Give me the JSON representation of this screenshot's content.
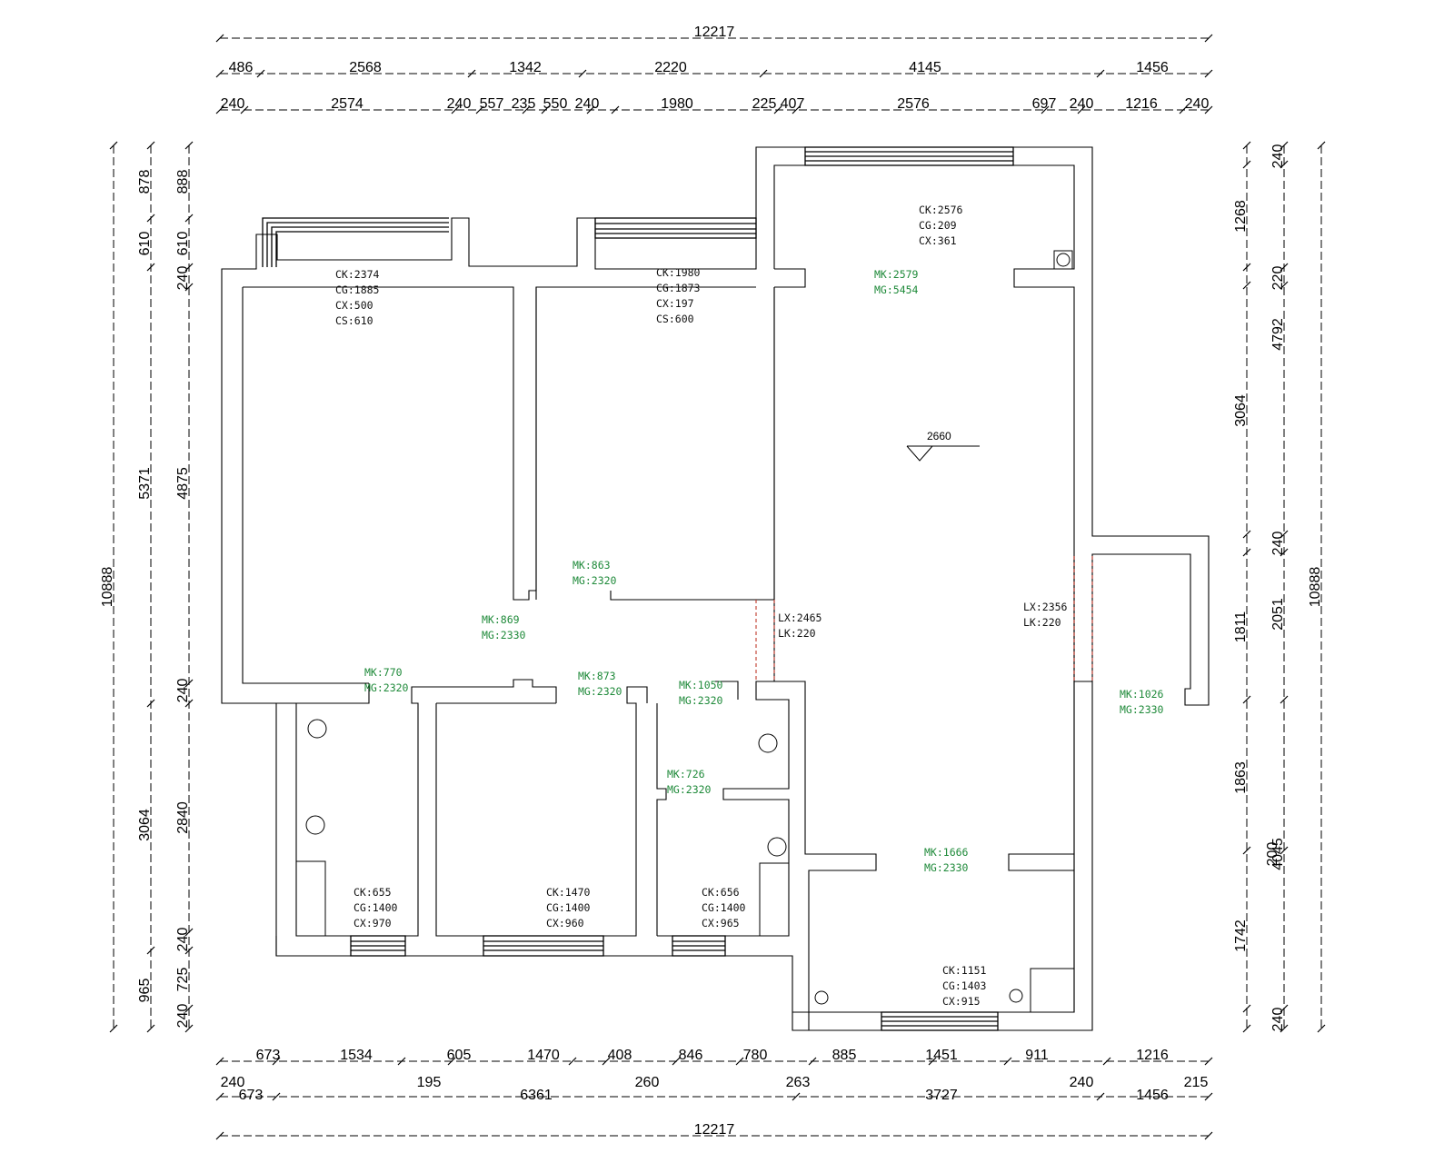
{
  "dimensions": {
    "top_total": "12217",
    "top_row1": [
      "486",
      "2568",
      "1342",
      "2220",
      "4145",
      "1456"
    ],
    "top_row2": [
      "240",
      "2574",
      "240",
      "557",
      "235",
      "550",
      "240",
      "1980",
      "225",
      "407",
      "2576",
      "697",
      "240",
      "1216",
      "240"
    ],
    "bottom_row1": [
      "673",
      "1534",
      "605",
      "1470",
      "408",
      "846",
      "780",
      "885",
      "1451",
      "911",
      "1216"
    ],
    "bottom_row2_upper": [
      "240",
      "195",
      "260",
      "263",
      "240",
      "215"
    ],
    "bottom_row2_lower": [
      "673",
      "6361",
      "3727",
      "1456"
    ],
    "bottom_total": "12217",
    "left_total": "10888",
    "left_col2": [
      "878",
      "610",
      "5371",
      "3064",
      "965"
    ],
    "left_col3": [
      "888",
      "610",
      "240",
      "4875",
      "240",
      "2840",
      "240",
      "725",
      "240"
    ],
    "right_col1": [
      "1268",
      "3064",
      "1811",
      "1863",
      "1742"
    ],
    "right_col2": [
      "240",
      "220",
      "4792",
      "240",
      "2051",
      "200",
      "4045",
      "240"
    ],
    "right_total": "10888"
  },
  "level_mark": "2660",
  "annotations": {
    "black": [
      [
        "CK:2374",
        "CG:1885",
        "CX:500",
        "CS:610"
      ],
      [
        "CK:1980",
        "CG:1873",
        "CX:197",
        "CS:600"
      ],
      [
        "CK:2576",
        "CG:209",
        "CX:361"
      ],
      [
        "LX:2465",
        "LK:220"
      ],
      [
        "LX:2356",
        "LK:220"
      ],
      [
        "CK:655",
        "CG:1400",
        "CX:970"
      ],
      [
        "CK:1470",
        "CG:1400",
        "CX:960"
      ],
      [
        "CK:656",
        "CG:1400",
        "CX:965"
      ],
      [
        "CK:1151",
        "CG:1403",
        "CX:915"
      ]
    ],
    "green": [
      [
        "MK:2579",
        "MG:5454"
      ],
      [
        "MK:863",
        "MG:2320"
      ],
      [
        "MK:869",
        "MG:2330"
      ],
      [
        "MK:770",
        "MG:2320"
      ],
      [
        "MK:873",
        "MG:2320"
      ],
      [
        "MK:1050",
        "MG:2320"
      ],
      [
        "MK:726",
        "MG:2320"
      ],
      [
        "MK:1026",
        "MG:2330"
      ],
      [
        "MK:1666",
        "MG:2330"
      ]
    ]
  }
}
